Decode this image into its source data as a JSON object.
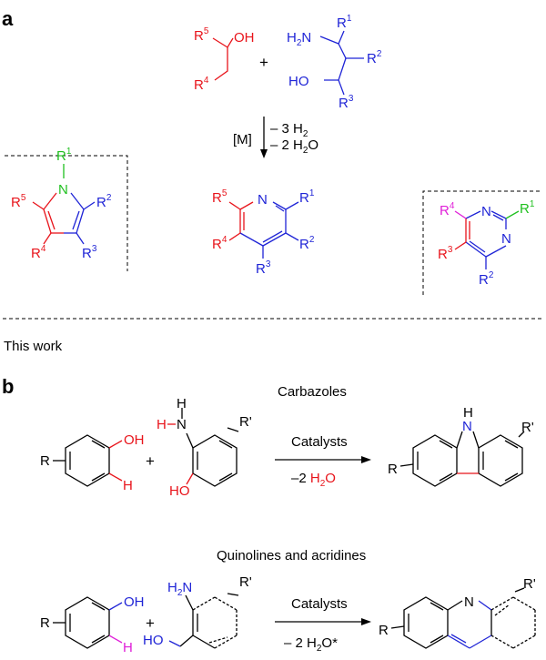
{
  "panel_a": {
    "label": "a",
    "alcohol": {
      "r5": "R",
      "r5_sup": "5",
      "oh": "OH",
      "r4": "R",
      "r4_sup": "4"
    },
    "plus": "+",
    "aminoalcohol": {
      "h2n": "H",
      "h2n_sub": "2",
      "h2n_n": "N",
      "r1": "R",
      "r1_sup": "1",
      "r2": "R",
      "r2_sup": "2",
      "ho": "HO",
      "r3": "R",
      "r3_sup": "3"
    },
    "conditions": {
      "catalyst": "[M]",
      "line1_pre": "– 3 H",
      "line1_sub": "2",
      "line2_pre": "– 2 H",
      "line2_sub": "2",
      "line2_post": "O"
    },
    "pyrrole": {
      "n": "N",
      "r1": "R",
      "r1_sup": "1",
      "r2": "R",
      "r2_sup": "2",
      "r3": "R",
      "r3_sup": "3",
      "r4": "R",
      "r4_sup": "4",
      "r5": "R",
      "r5_sup": "5"
    },
    "pyridine": {
      "n": "N",
      "r1": "R",
      "r1_sup": "1",
      "r2": "R",
      "r2_sup": "2",
      "r3": "R",
      "r3_sup": "3",
      "r4": "R",
      "r4_sup": "4",
      "r5": "R",
      "r5_sup": "5"
    },
    "pyrimidine": {
      "n1": "N",
      "n2": "N",
      "r1": "R",
      "r1_sup": "1",
      "r2": "R",
      "r2_sup": "2",
      "r3": "R",
      "r3_sup": "3",
      "r4": "R",
      "r4_sup": "4"
    },
    "footer": "This work"
  },
  "panel_b": {
    "label": "b",
    "carbazoles": {
      "title": "Carbazoles",
      "phenol": {
        "r": "R",
        "oh": "OH",
        "h": "H"
      },
      "plus": "+",
      "aminophenol": {
        "h_top": "H",
        "h_left": "H",
        "n": "N",
        "r_prime": "R'",
        "ho": "HO"
      },
      "catalysts": "Catalysts",
      "water_pre": "–2 ",
      "water_h": "H",
      "water_sub": "2",
      "water_o": "O",
      "product": {
        "nh_n": "N",
        "nh_h": "H",
        "r": "R",
        "r_prime": "R'"
      }
    },
    "quinolines": {
      "title": "Quinolines and acridines",
      "phenol": {
        "r": "R",
        "oh": "OH",
        "h": "H"
      },
      "plus": "+",
      "aminobenzyl": {
        "h2n_h": "H",
        "h2n_sub": "2",
        "h2n_n": "N",
        "r_prime": "R'",
        "ho": "HO"
      },
      "catalysts": "Catalysts",
      "water": "– 2 H",
      "water_sub": "2",
      "water_post": "O*",
      "product": {
        "n": "N",
        "r": "R",
        "r_prime": "R'"
      }
    }
  }
}
